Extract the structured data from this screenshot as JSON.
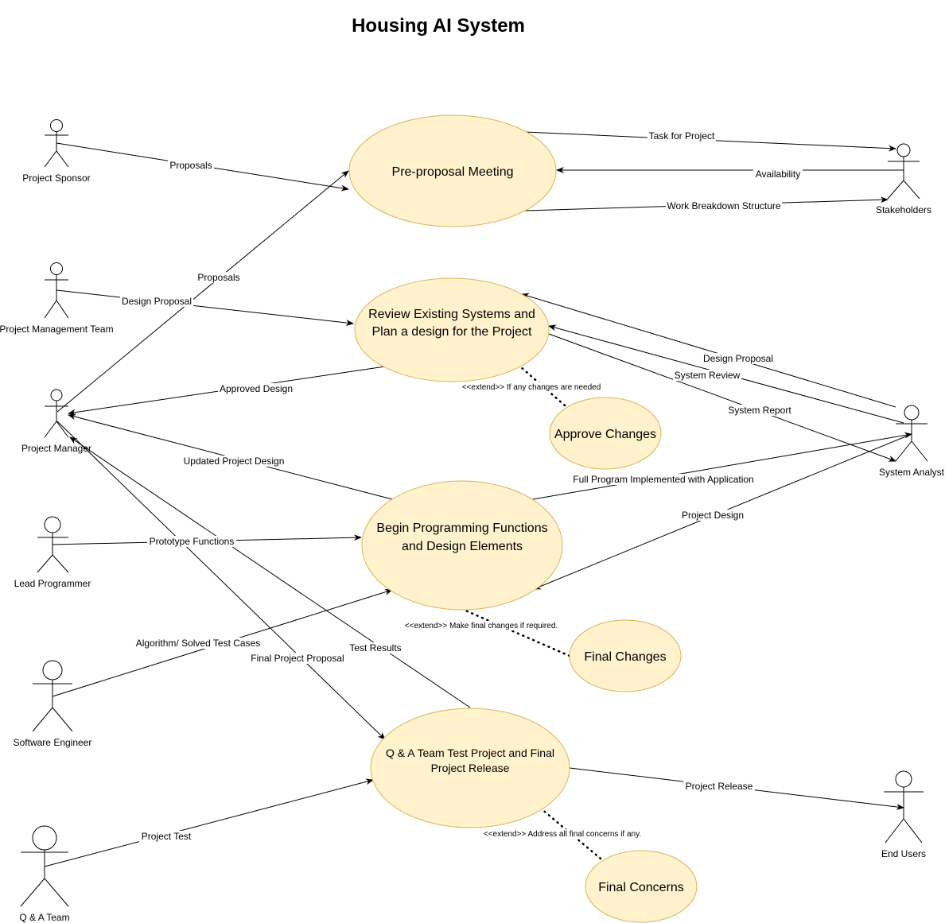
{
  "title": "Housing AI System",
  "actors": {
    "project_sponsor": "Project Sponsor",
    "project_management_team": "Project Management Team",
    "project_manager": "Project Manager",
    "lead_programmer": "Lead Programmer",
    "software_engineer": "Software Engineer",
    "qa_team": "Q & A Team",
    "stakeholders": "Stakeholders",
    "system_analyst": "System Analyst",
    "end_users": "End Users"
  },
  "use_cases": {
    "pre_proposal": [
      "Pre-proposal Meeting"
    ],
    "review": [
      "Review Existing Systems and",
      "Plan a design for the Project"
    ],
    "approve": [
      "Approve Changes"
    ],
    "programming": [
      "Begin Programming Functions",
      "and Design Elements"
    ],
    "final_changes": [
      "Final Changes"
    ],
    "qa_release": [
      "Q & A Team Test Project and Final",
      "Project Release"
    ],
    "final_concerns": [
      "Final Concerns"
    ]
  },
  "edge_labels": {
    "sponsor_proposals": "Proposals",
    "manager_proposals": "Proposals",
    "task_for_project": "Task for Project",
    "availability": "Availability",
    "work_breakdown": "Work Breakdown Structure",
    "design_proposal_pmt": "Design Proposal",
    "approved_design": "Approved Design",
    "design_proposal_sa": "Design Proposal",
    "system_review": "System Review",
    "system_report": "System Report",
    "extend_approve": "<<extend>> If any changes are needed",
    "updated_project_design": "Updated Project Design",
    "full_program": "Full Program Implemented with Application",
    "project_design": "Project Design",
    "prototype_functions": "Prototype Functions",
    "algorithm": "Algorithm/ Solved Test Cases",
    "extend_final_changes": "<<extend>> Make final changes if required.",
    "final_project_proposal": "Final Project Proposal",
    "test_results": "Test Results",
    "project_release": "Project Release",
    "project_test": "Project Test",
    "extend_final_concerns": "<<extend>> Address all final concerns if any."
  }
}
